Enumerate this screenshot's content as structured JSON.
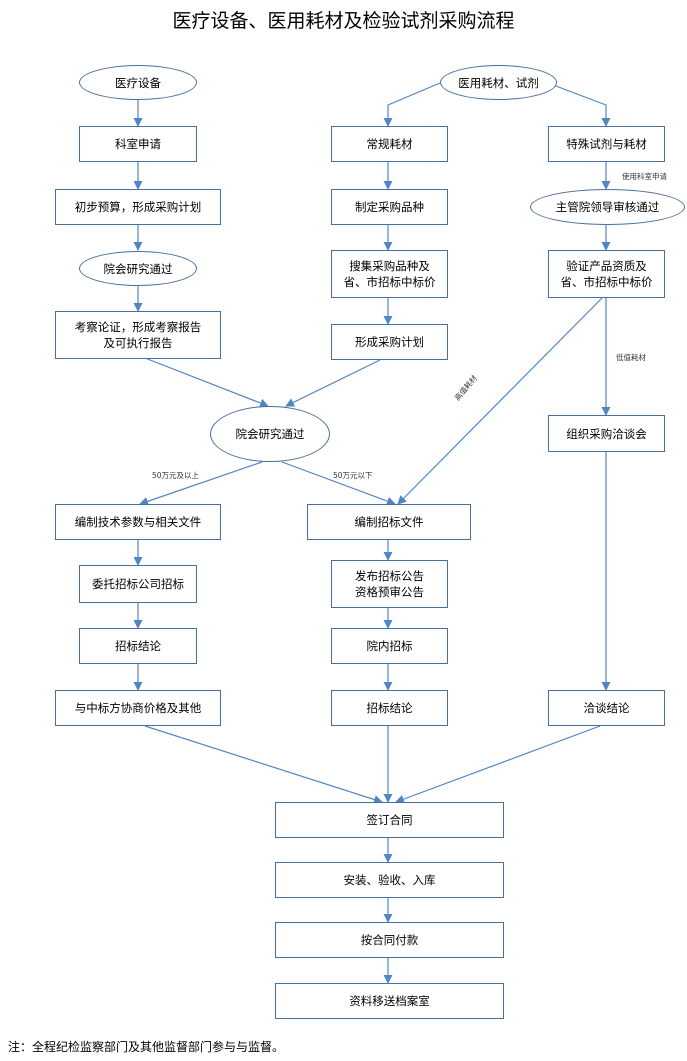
{
  "title": "医疗设备、医用耗材及检验试剂采购流程",
  "nodes": {
    "equip": "医疗设备",
    "consumables": "医用耗材、试剂",
    "dept_apply": "科室申请",
    "budget": "初步预算，形成采购计划",
    "board1": "院会研究通过",
    "report": "考察论证，形成考察报告\n及可执行报告",
    "regular": "常规耗材",
    "set_variety": "制定采购品种",
    "collect": "搜集采购品种及\n省、市招标中标价",
    "form_plan": "形成采购计划",
    "special": "特殊试剂与耗材",
    "leader": "主管院领导审核通过",
    "verify": "验证产品资质及\n省、市招标中标价",
    "board2": "院会研究通过",
    "tech_docs": "编制技术参数与相关文件",
    "entrust": "委托招标公司招标",
    "result_left": "招标结论",
    "negotiate_winner": "与中标方协商价格及其他",
    "tender_docs": "编制招标文件",
    "announce": "发布招标公告\n资格预审公告",
    "internal": "院内招标",
    "result_mid": "招标结论",
    "organize": "组织采购洽谈会",
    "talk_result": "洽谈结论",
    "contract": "签订合同",
    "install": "安装、验收、入库",
    "payment": "按合同付款",
    "archive": "资料移送档案室"
  },
  "labels": {
    "above_50": "50万元及以上",
    "below_50": "50万元以下",
    "high_value": "高值耗材",
    "low_value": "低值耗材",
    "dept_use": "使用科室申请"
  },
  "note": "注：全程纪检监察部门及其他监督部门参与与监督。",
  "colors": {
    "line": "#4f86c6",
    "border": "#4a6f9c"
  }
}
